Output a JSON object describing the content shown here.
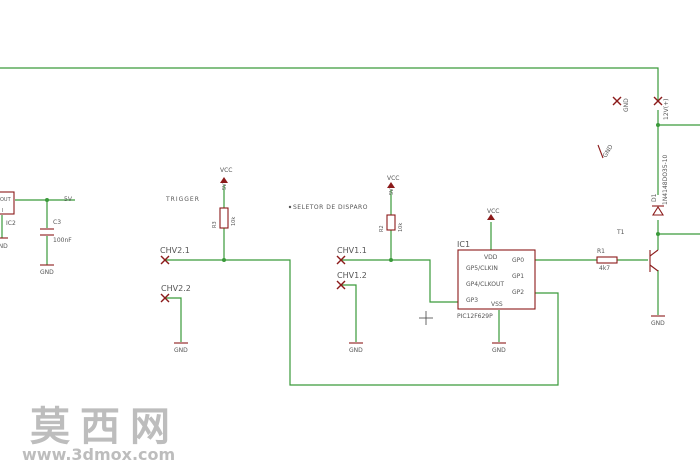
{
  "labels": {
    "ic2": "IC2",
    "ic2_pin_out": "OUT",
    "ic2_pin_i": "I",
    "net_5v": "5V",
    "c3_name": "C3",
    "c3_value": "100nF",
    "gnd": "GND",
    "vcc": "VCC",
    "trigger": "TRIGGER",
    "selector": "SELETOR DE DISPARO",
    "r3_name": "R3",
    "r3_value": "10k",
    "r2_name": "R2",
    "r2_value": "10k",
    "chv2_1": "CHV2.1",
    "chv2_2": "CHV2.2",
    "chv1_1": "CHV1.1",
    "chv1_2": "CHV1.2",
    "ic1_name": "IC1",
    "ic1_part": "PIC12F629P",
    "ic1_vdd": "VDD",
    "ic1_vss": "VSS",
    "ic1_gp5": "GP5/CLKIN",
    "ic1_gp4": "GP4/CLKOUT",
    "ic1_gp3": "GP3",
    "ic1_gp0": "GP0",
    "ic1_gp1": "GP1",
    "ic1_gp2": "GP2",
    "r1_name": "R1",
    "r1_value": "4k7",
    "t1_name": "T1",
    "d1_name": "D1",
    "d1_value": "1N4148DO35-10",
    "v12": "12V(+)"
  },
  "watermark": {
    "chinese": "莫西网",
    "url": "www.3dmox.com"
  },
  "colors": {
    "wire": "#3a9a3a",
    "component": "#8b1a1a",
    "label": "#555555",
    "watermark": "#bdbdbd"
  }
}
